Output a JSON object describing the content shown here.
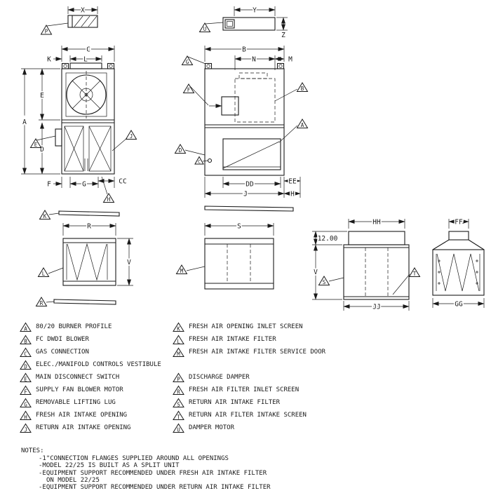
{
  "drawing": {
    "dims": {
      "X": "X",
      "Y": "Y",
      "Z": "Z",
      "A": "A",
      "B": "B",
      "C": "C",
      "D": "D",
      "E": "E",
      "F": "F",
      "G": "G",
      "H": "H",
      "J": "J",
      "K": "K",
      "L": "L",
      "M": "M",
      "N": "N",
      "R": "R",
      "S": "S",
      "V": "V",
      "CC": "CC",
      "DD": "DD",
      "EE": "EE",
      "FF": "FF",
      "GG": "GG",
      "HH": "HH",
      "JJ": "JJ",
      "collar": "12.00"
    },
    "callouts": {
      "A": "A",
      "B": "B",
      "C": "C",
      "D": "D",
      "E": "E",
      "F": "F",
      "G": "G",
      "H": "H",
      "J": "J",
      "K": "K",
      "L": "L",
      "M": "M",
      "P": "P",
      "R": "R",
      "S": "S",
      "T": "T",
      "U": "U"
    }
  },
  "legend": {
    "left": [
      {
        "key": "A",
        "text": "80/20 BURNER PROFILE"
      },
      {
        "key": "B",
        "text": "FC DWDI BLOWER"
      },
      {
        "key": "C",
        "text": "GAS CONNECTION"
      },
      {
        "key": "D",
        "text": "ELEC./MANIFOLD CONTROLS VESTIBULE"
      },
      {
        "key": "E",
        "text": "MAIN DISCONNECT SWITCH"
      },
      {
        "key": "F",
        "text": "SUPPLY FAN BLOWER MOTOR"
      },
      {
        "key": "G",
        "text": "REMOVABLE LIFTING LUG"
      },
      {
        "key": "H",
        "text": "FRESH AIR INTAKE OPENING"
      },
      {
        "key": "J",
        "text": "RETURN AIR INTAKE OPENING"
      }
    ],
    "right": [
      {
        "key": "K",
        "text": "FRESH AIR OPENING INLET SCREEN"
      },
      {
        "key": "L",
        "text": "FRESH AIR INTAKE FILTER"
      },
      {
        "key": "M",
        "text": "FRESH AIR INTAKE FILTER SERVICE DOOR"
      },
      {
        "key": "P",
        "text": "DISCHARGE DAMPER"
      },
      {
        "key": "R",
        "text": "FRESH AIR FILTER INLET SCREEN"
      },
      {
        "key": "S",
        "text": "RETURN AIR INTAKE FILTER"
      },
      {
        "key": "T",
        "text": "RETURN AIR FILTER INTAKE SCREEN"
      },
      {
        "key": "U",
        "text": "DAMPER MOTOR"
      }
    ]
  },
  "notes": {
    "title": "NOTES:",
    "lines": [
      "-1\"CONNECTION FLANGES SUPPLIED AROUND ALL OPENINGS",
      "-MODEL 22/25 IS BUILT AS A SPLIT UNIT",
      "-EQUIPMENT SUPPORT RECOMMENDED UNDER FRESH AIR INTAKE FILTER",
      "ON MODEL 22/25",
      "-EQUIPMENT SUPPORT RECOMMENDED UNDER RETURN AIR INTAKE FILTER"
    ]
  }
}
